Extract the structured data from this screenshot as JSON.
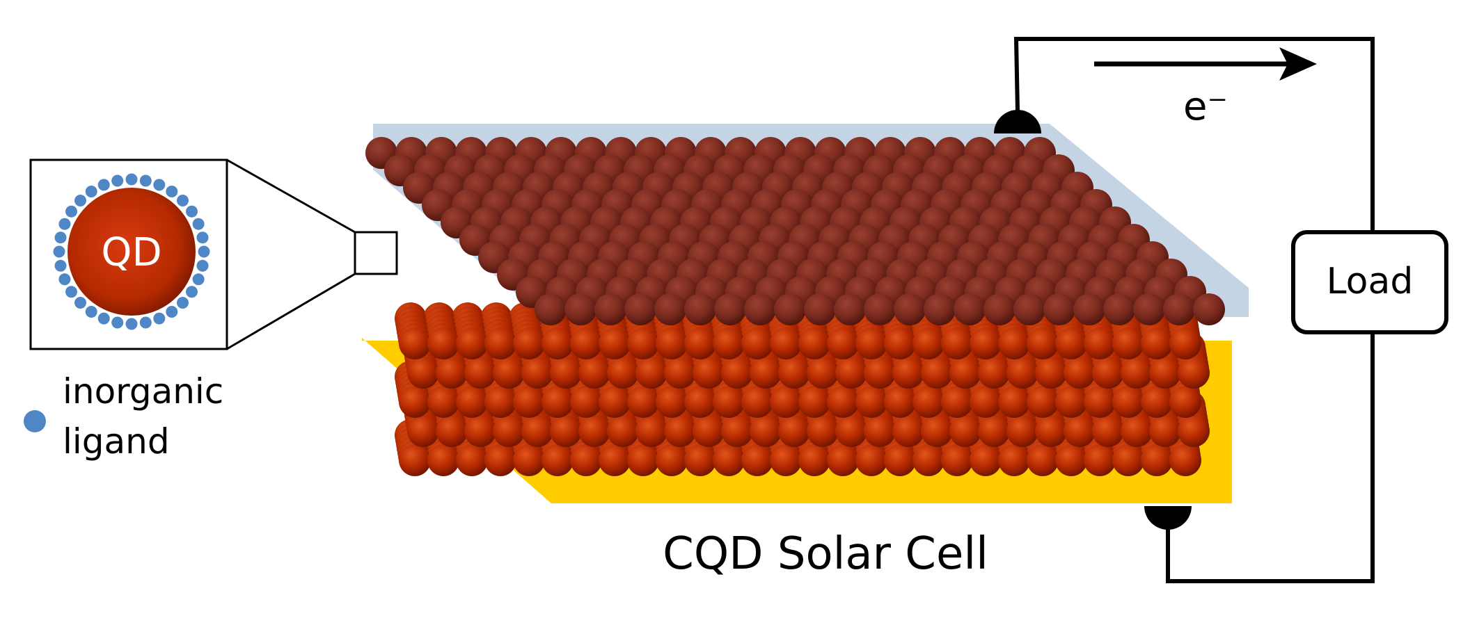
{
  "labels": {
    "qd": "QD",
    "ligand_line1": "inorganic",
    "ligand_line2": "ligand",
    "electron": "e⁻",
    "load": "Load",
    "caption": "CQD Solar Cell"
  },
  "colors": {
    "qd_core": "#b52a00",
    "qd_dark": "#6e1400",
    "qd_light": "#e2551c",
    "ligand": "#4f86c6",
    "top_electrode": "#c5d4e4",
    "bottom_electrode": "#ffcc00",
    "wire": "#000000"
  }
}
